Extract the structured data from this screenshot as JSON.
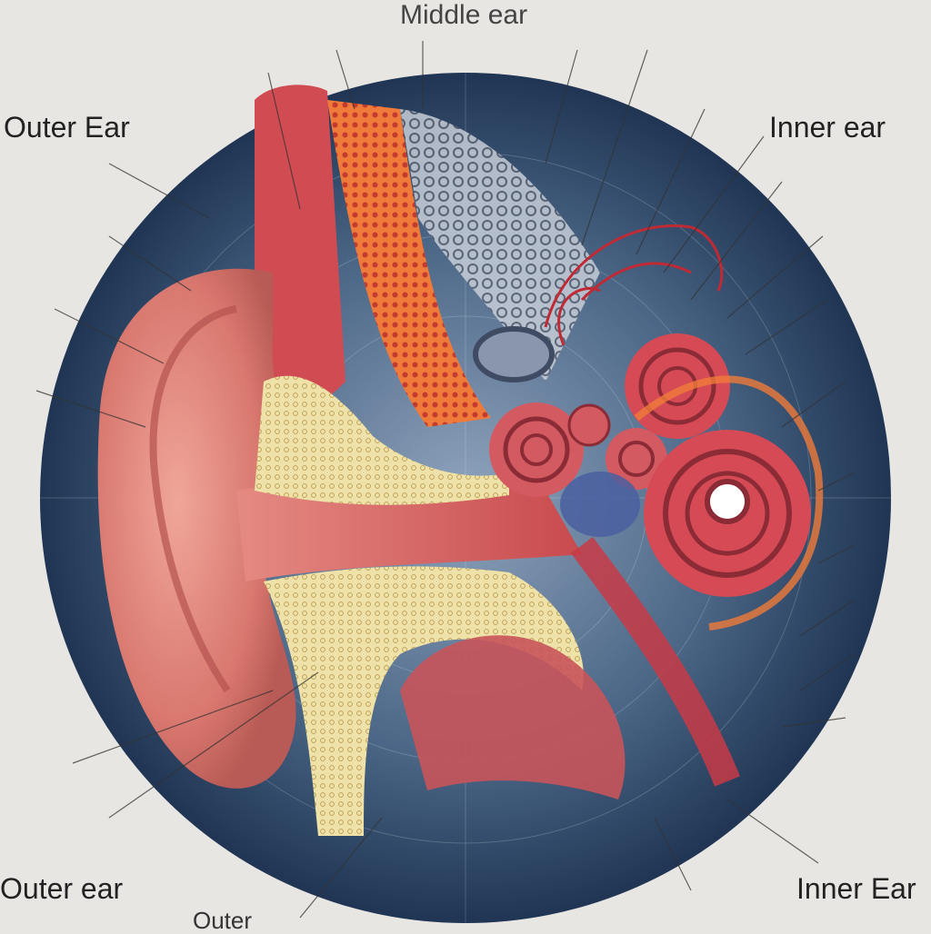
{
  "labels": {
    "outer_ear_top": "Outer Ear",
    "middle_ear": "Middle ear",
    "inner_ear_top": "Inner ear",
    "outer_ear_bottom": "Outer ear",
    "inner_ear_bottom": "Inner Ear",
    "outer_bottom": "Outer"
  },
  "colors": {
    "background": "#e8e6e2",
    "disc": "#2e4a6b",
    "skin": "#d9786f",
    "muscle": "#c8363f",
    "bone": "#e8d79a",
    "cartilage": "#f07a3a",
    "cochlea": "#d64a55",
    "vessel": "#4a5fa0"
  }
}
